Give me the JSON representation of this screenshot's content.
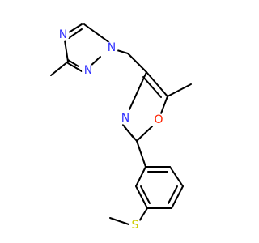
{
  "molecule": {
    "atoms": [
      {
        "id": "n_tri_1",
        "element": "N",
        "label": "N"
      },
      {
        "id": "n_tri_2",
        "element": "N",
        "label": "N"
      },
      {
        "id": "n_tri_4",
        "element": "N",
        "label": "N"
      },
      {
        "id": "n_oxazole",
        "element": "N",
        "label": "N"
      },
      {
        "id": "o_oxazole",
        "element": "O",
        "label": "O"
      },
      {
        "id": "s_thioether",
        "element": "S",
        "label": "S"
      }
    ],
    "colors": {
      "N": "#3333ff",
      "O": "#ff2200",
      "S": "#cccc00",
      "bond": "#000000",
      "background": "#ffffff"
    }
  }
}
